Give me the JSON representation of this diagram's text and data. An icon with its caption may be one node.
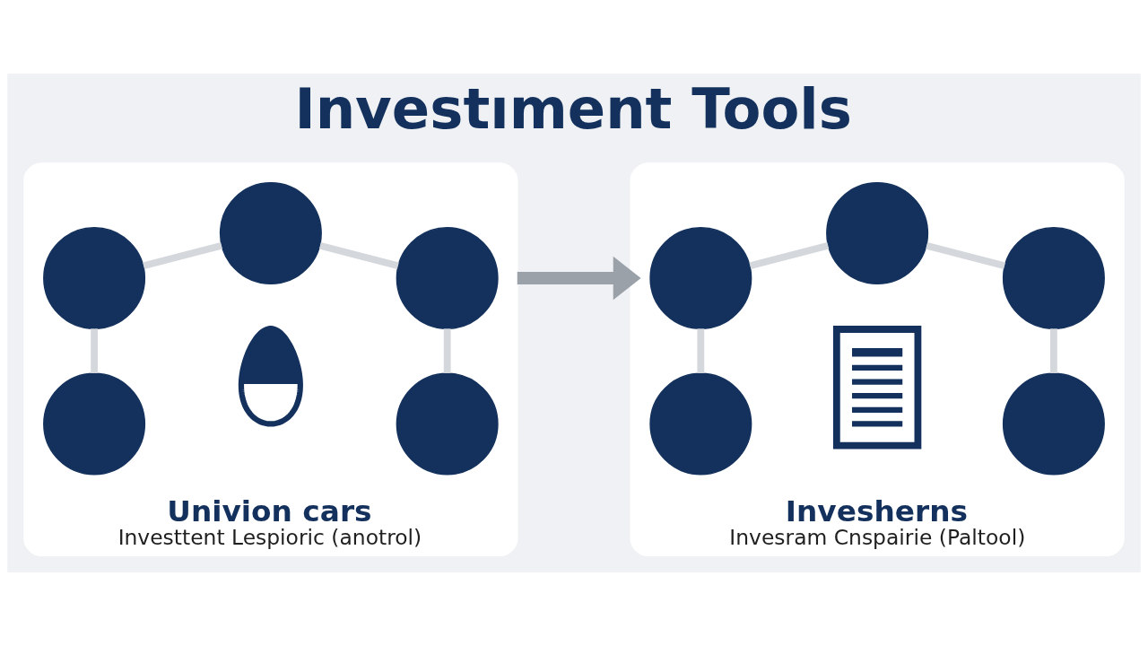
{
  "diagram": {
    "title": "Investıment Tools",
    "nodes": [
      {
        "text": [
          "Univion cars",
          "Investtent Lespioric (anotrol)"
        ]
      },
      {
        "text": [],
        "shape": "circle",
        "in": 0
      },
      {
        "text": [],
        "shape": "circle",
        "in": 0
      },
      {
        "text": [],
        "shape": "circle",
        "in": 0
      },
      {
        "text": [],
        "shape": "picture",
        "in": 0
      },
      {
        "text": [],
        "shape": "circle",
        "in": 0
      },
      {
        "text": [],
        "shape": "circle",
        "in": 0
      },
      {
        "text": [
          "Invesherns",
          "Invesram Cnspairie (Paltool)"
        ]
      },
      {
        "text": [],
        "shape": "circle",
        "in": 7
      },
      {
        "text": [],
        "shape": "circle",
        "in": 7
      },
      {
        "text": [],
        "shape": "circle",
        "in": 7
      },
      {
        "text": [],
        "shape": "picture",
        "in": 7
      },
      {
        "text": [],
        "shape": "circle",
        "in": 7
      },
      {
        "text": [],
        "shape": "circle",
        "in": 7
      }
    ],
    "edges": [
      {
        "from": 2,
        "to": 1,
        "arrow": "none"
      },
      {
        "from": 1,
        "to": 3,
        "arrow": "none"
      },
      {
        "from": 5,
        "to": 2,
        "arrow": "none"
      },
      {
        "from": 6,
        "to": 3,
        "arrow": "none"
      },
      {
        "from": 0,
        "to": 7,
        "arrow": "to",
        "style": "thick",
        "color": "#9aa1a9"
      },
      {
        "from": 9,
        "to": 8,
        "arrow": "none"
      },
      {
        "from": 8,
        "to": 10,
        "arrow": "none"
      },
      {
        "from": 12,
        "to": 9,
        "arrow": "none"
      },
      {
        "from": 13,
        "to": 10,
        "arrow": "none"
      }
    ]
  }
}
